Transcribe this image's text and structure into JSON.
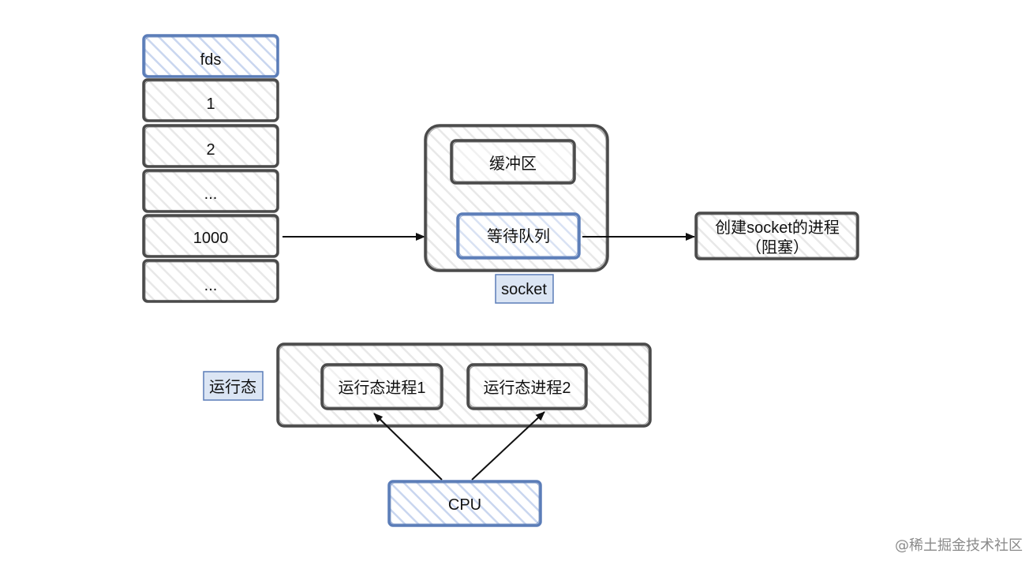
{
  "fds_column": {
    "header": "fds",
    "rows": [
      "1",
      "2",
      "...",
      "1000",
      "..."
    ]
  },
  "socket": {
    "buffer_label": "缓冲区",
    "wait_queue_label": "等待队列",
    "tag": "socket"
  },
  "blocked_process": {
    "line1": "创建socket的进程",
    "line2": "（阻塞）"
  },
  "run_state": {
    "tag": "运行态",
    "process1": "运行态进程1",
    "process2": "运行态进程2"
  },
  "cpu": {
    "label": "CPU"
  },
  "watermark": {
    "text": "@稀土掘金技术社区"
  },
  "colors": {
    "stroke_dark": "#4a4a4a",
    "stroke_blue": "#5b7db8",
    "fill_blue": "#dbe5f4",
    "hatch_grey": "#e6e6e6",
    "hatch_blue": "#c6d4ee"
  }
}
